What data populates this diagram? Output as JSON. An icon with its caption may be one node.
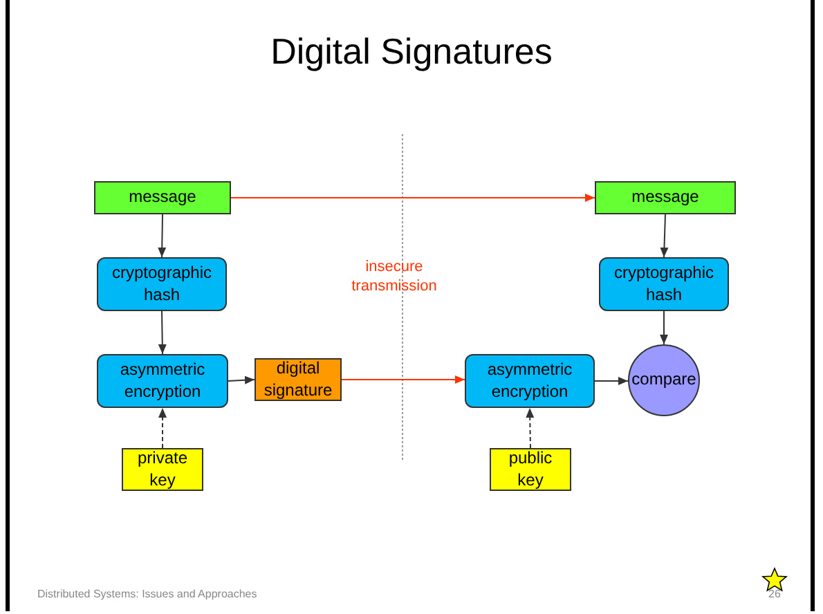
{
  "diagram": {
    "title": "Digital Signatures",
    "nodes": [
      {
        "text": [
          "message"
        ]
      },
      {
        "text": [
          "cryptographic hash"
        ]
      },
      {
        "text": [
          "asymmetric encryption"
        ]
      },
      {
        "text": [
          "digital signature"
        ]
      },
      {
        "text": [
          "private key"
        ]
      },
      {
        "text": [
          "message"
        ]
      },
      {
        "text": [
          "cryptographic hash"
        ]
      },
      {
        "text": [
          "asymmetric encryption"
        ]
      },
      {
        "text": [
          "compare"
        ]
      },
      {
        "text": [
          "public key"
        ]
      }
    ],
    "edges": [
      {
        "from": 0,
        "to": 5,
        "arrow": "to",
        "color": "#ff3300"
      },
      {
        "from": 0,
        "to": 1,
        "arrow": "to"
      },
      {
        "from": 1,
        "to": 2,
        "arrow": "to"
      },
      {
        "from": 2,
        "to": 3,
        "arrow": "to"
      },
      {
        "from": 3,
        "to": 7,
        "arrow": "to",
        "color": "#ff3300"
      },
      {
        "from": 4,
        "to": 2,
        "arrow": "to",
        "style": "dashed"
      },
      {
        "from": 5,
        "to": 6,
        "arrow": "to"
      },
      {
        "from": 6,
        "to": 8,
        "arrow": "to"
      },
      {
        "from": 7,
        "to": 8,
        "arrow": "to"
      },
      {
        "from": 9,
        "to": 7,
        "arrow": "to",
        "style": "dashed"
      }
    ],
    "labels": [
      "insecure transmission",
      "Distributed Systems: Issues and Approaches",
      "26"
    ]
  }
}
